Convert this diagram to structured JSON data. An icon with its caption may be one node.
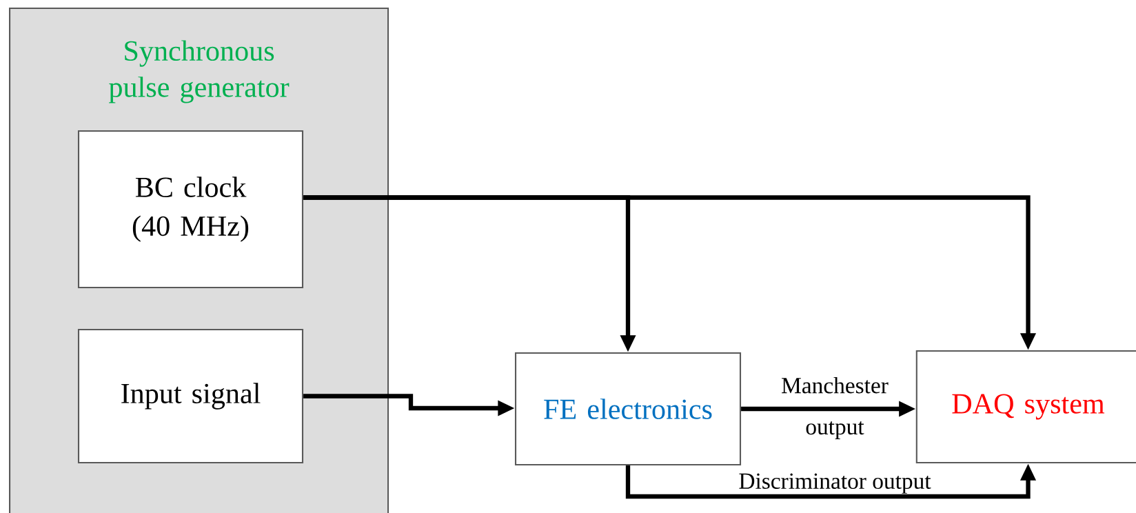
{
  "diagram": {
    "nodes": [
      {
        "text": [
          "Synchronous pulse generator"
        ]
      },
      {
        "text": [
          "BC clock (40 MHz)"
        ],
        "in": 0
      },
      {
        "text": [
          "Input signal"
        ],
        "in": 0
      },
      {
        "text": [
          "FE electronics"
        ]
      },
      {
        "text": [
          "DAQ system"
        ]
      }
    ],
    "edges": [
      {
        "from": 1,
        "to": 3,
        "arrow": "to"
      },
      {
        "from": 1,
        "to": 4,
        "arrow": "to"
      },
      {
        "from": 2,
        "to": 3,
        "arrow": "to"
      },
      {
        "from": 3,
        "to": 4,
        "arrow": "to",
        "label": "Manchester output"
      },
      {
        "from": 3,
        "to": 4,
        "arrow": "to",
        "label": "Discriminator output"
      }
    ]
  }
}
